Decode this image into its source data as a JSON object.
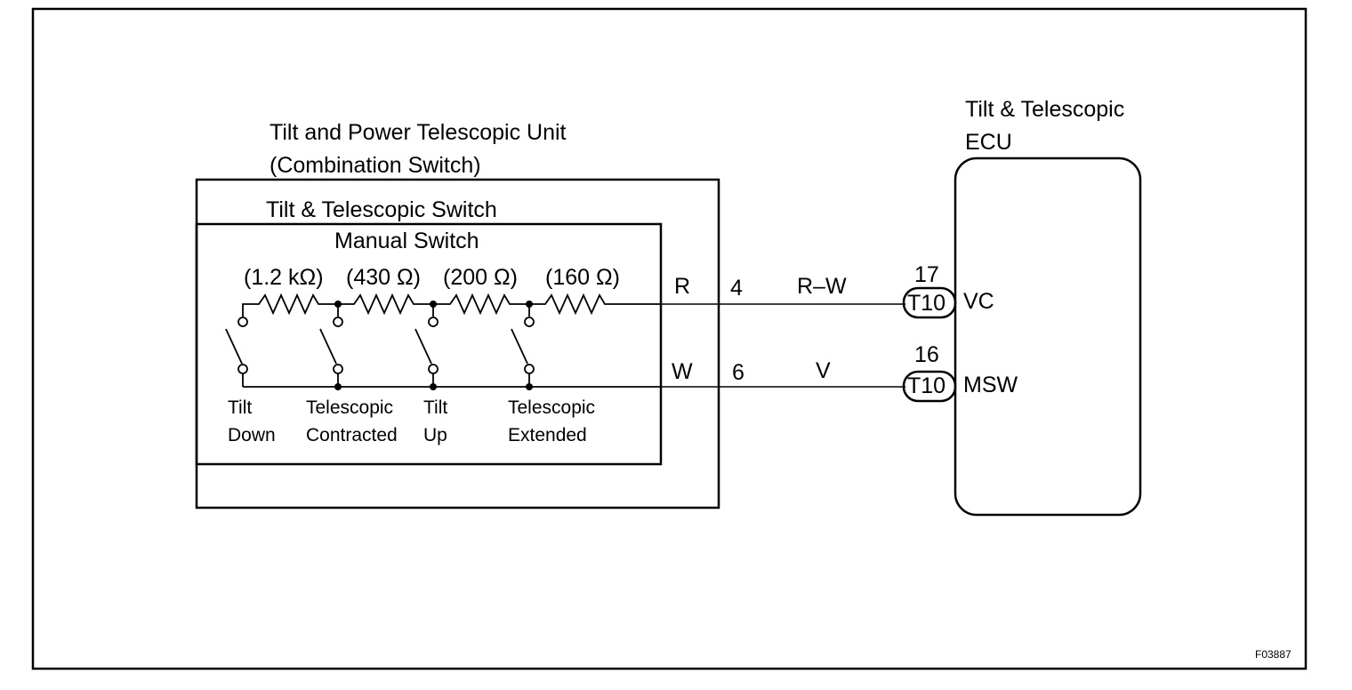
{
  "unit": {
    "title_line1": "Tilt and Power Telescopic Unit",
    "title_line2": "(Combination Switch)"
  },
  "switch_box": {
    "title": "Tilt & Telescopic Switch"
  },
  "manual_switch": {
    "title": "Manual Switch"
  },
  "resistors": [
    "(1.2 kΩ)",
    "(430 Ω)",
    "(200 Ω)",
    "(160 Ω)"
  ],
  "switches": [
    {
      "line1": "Tilt",
      "line2": "Down"
    },
    {
      "line1": "Telescopic",
      "line2": "Contracted"
    },
    {
      "line1": "Tilt",
      "line2": "Up"
    },
    {
      "line1": "Telescopic",
      "line2": "Extended"
    }
  ],
  "wires": [
    {
      "side_label": "R",
      "pin": "4",
      "color": "R–W",
      "ecu_pin": "17",
      "connector": "T10",
      "terminal": "VC"
    },
    {
      "side_label": "W",
      "pin": "6",
      "color": "V",
      "ecu_pin": "16",
      "connector": "T10",
      "terminal": "MSW"
    }
  ],
  "ecu": {
    "title_line1": "Tilt & Telescopic",
    "title_line2": "ECU"
  },
  "figure_code": "F03887"
}
